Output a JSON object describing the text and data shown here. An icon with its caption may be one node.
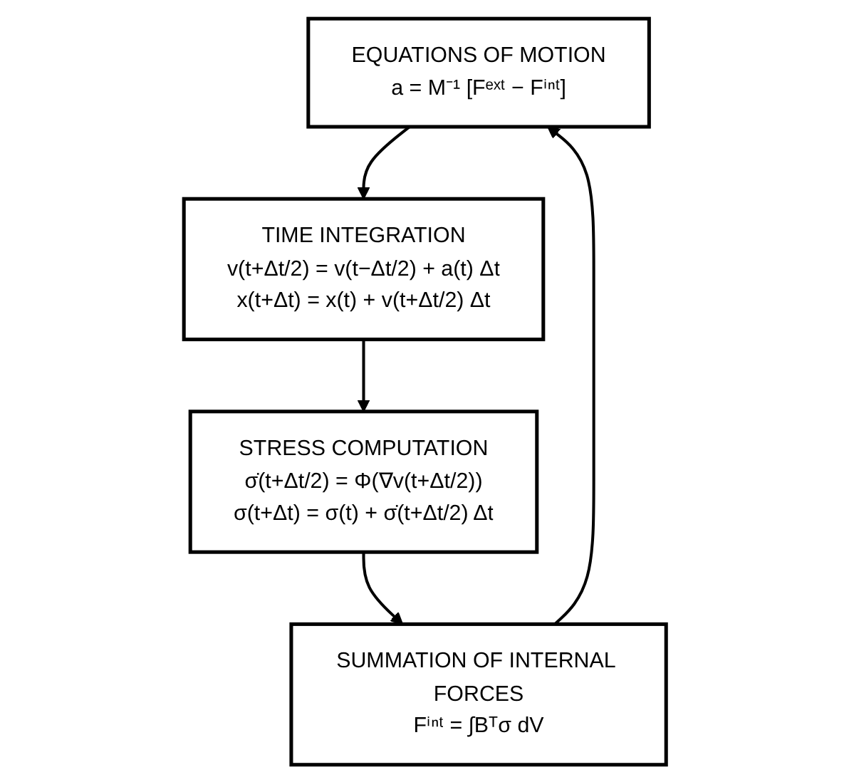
{
  "diagram": {
    "nodes": [
      {
        "text": [
          "EQUATIONS OF MOTION",
          "a = M⁻¹ [Fᵉˣᵗ − Fⁱⁿᵗ]"
        ]
      },
      {
        "text": [
          "TIME INTEGRATION",
          "v(t+Δt/2) = v(t−Δt/2) + a(t) Δt",
          "x(t+Δt) = x(t) + v(t+Δt/2) Δt"
        ]
      },
      {
        "text": [
          "STRESS COMPUTATION",
          "σ̇(t+Δt/2) = Φ(∇v(t+Δt/2))",
          "σ(t+Δt) = σ(t) + σ̇(t+Δt/2) Δt"
        ]
      },
      {
        "text": [
          "SUMMATION OF INTERNAL FORCES",
          "Fⁱⁿᵗ = ∫Bᵀσ dV"
        ]
      }
    ],
    "edges": [
      {
        "from": 0,
        "to": 1,
        "arrow": "to"
      },
      {
        "from": 1,
        "to": 2,
        "arrow": "to"
      },
      {
        "from": 2,
        "to": 3,
        "arrow": "to"
      },
      {
        "from": 3,
        "to": 0,
        "arrow": "to"
      }
    ]
  }
}
